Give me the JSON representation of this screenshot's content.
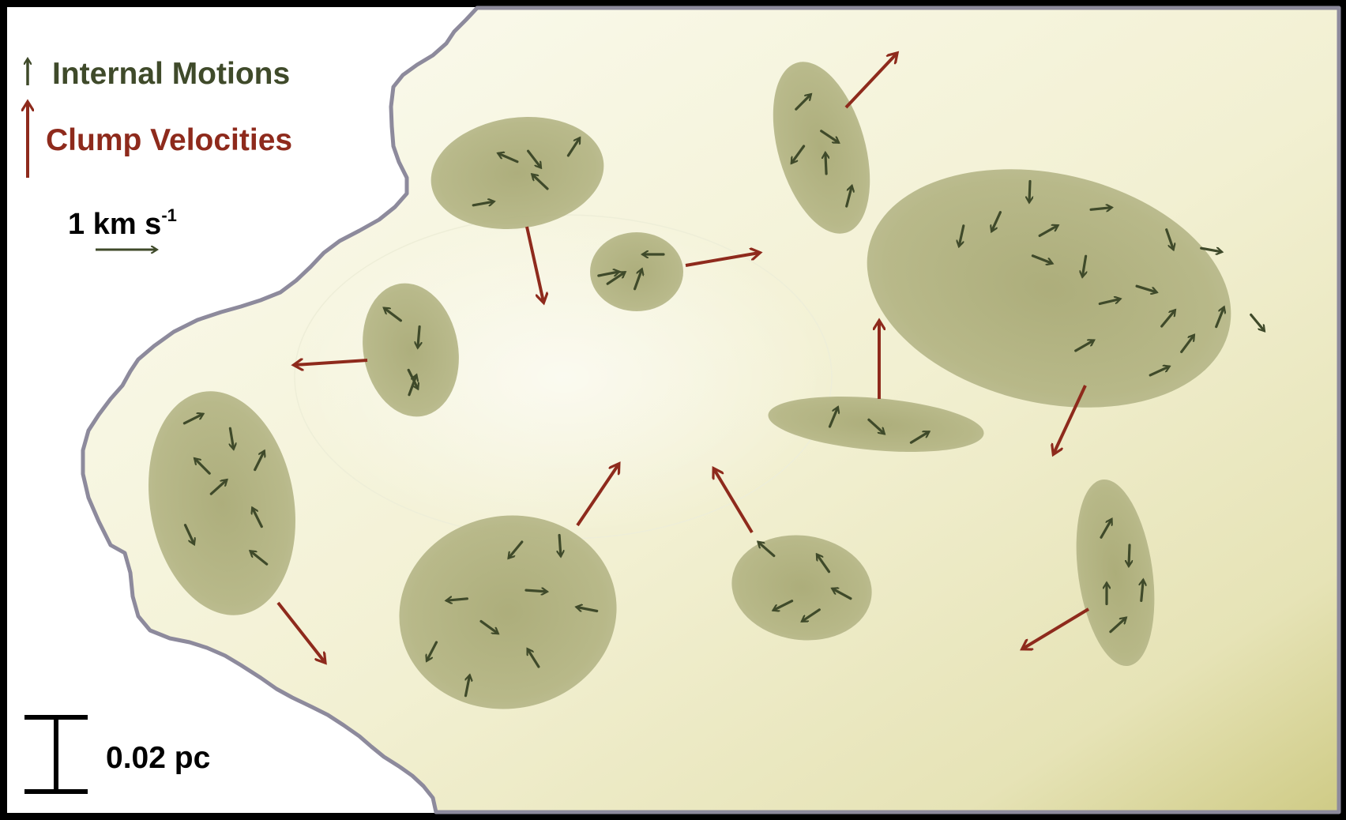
{
  "legend": {
    "internal_motions": "Internal Motions",
    "clump_velocities": "Clump Velocities",
    "internal_color": "#3f4a2a",
    "clump_color": "#8e2a1c"
  },
  "scale": {
    "velocity_number": "1 km s",
    "velocity_exponent": "-1",
    "length_label": "0.02 pc"
  },
  "colors": {
    "frame": "#000000",
    "cloud_light": "#fbfbf0",
    "cloud_dark": "#cfcb86",
    "edge": "#8d8a9c",
    "clump_fill": "#9ea070"
  },
  "icons": {
    "internal_arrow": "arrow-icon-dark-green",
    "clump_arrow": "arrow-icon-red"
  }
}
